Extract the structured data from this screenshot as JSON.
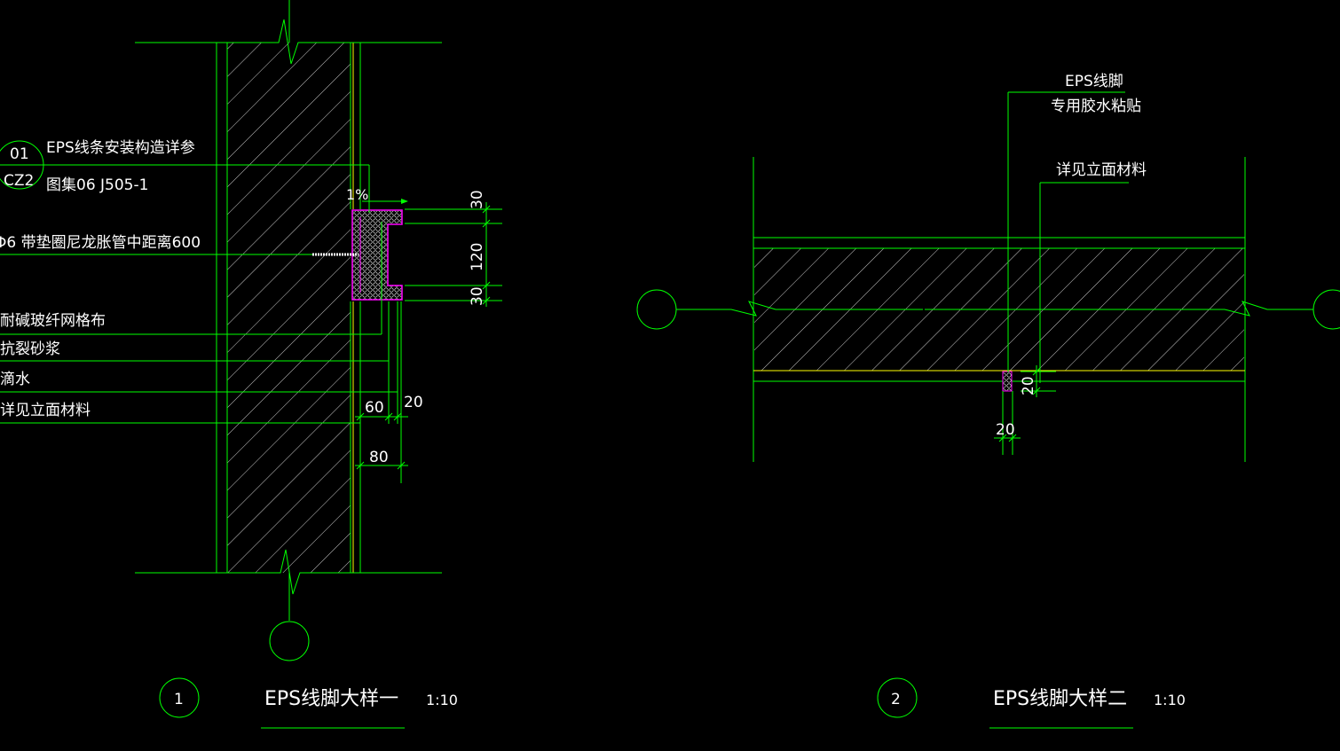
{
  "colors": {
    "background": "#000000",
    "linework": "#00ff00",
    "text": "#ffffff",
    "surface_line": "#ffff00",
    "eps_profile": "#ff00ff"
  },
  "detail1": {
    "callouts": [
      "EPS线条安装构造详参",
      "图集06 J505-1",
      "Φ6 带垫圈尼龙胀管中距离600",
      "耐碱玻纤网格布",
      "抗裂砂浆",
      "滴水",
      "详见立面材料"
    ],
    "ref_circle": {
      "top": "01",
      "bottom": "CZ2"
    },
    "slope": "1%",
    "dims": {
      "top": "30",
      "middle": "120",
      "bottom": "30",
      "d60": "60",
      "d20": "20",
      "d80": "80"
    },
    "title_number": "1",
    "title": "EPS线脚大样一",
    "scale": "1:10"
  },
  "detail2": {
    "callouts": [
      "EPS线脚",
      "专用胶水粘贴",
      "详见立面材料"
    ],
    "dims": {
      "vertical": "20",
      "horizontal": "20"
    },
    "title_number": "2",
    "title": "EPS线脚大样二",
    "scale": "1:10"
  }
}
